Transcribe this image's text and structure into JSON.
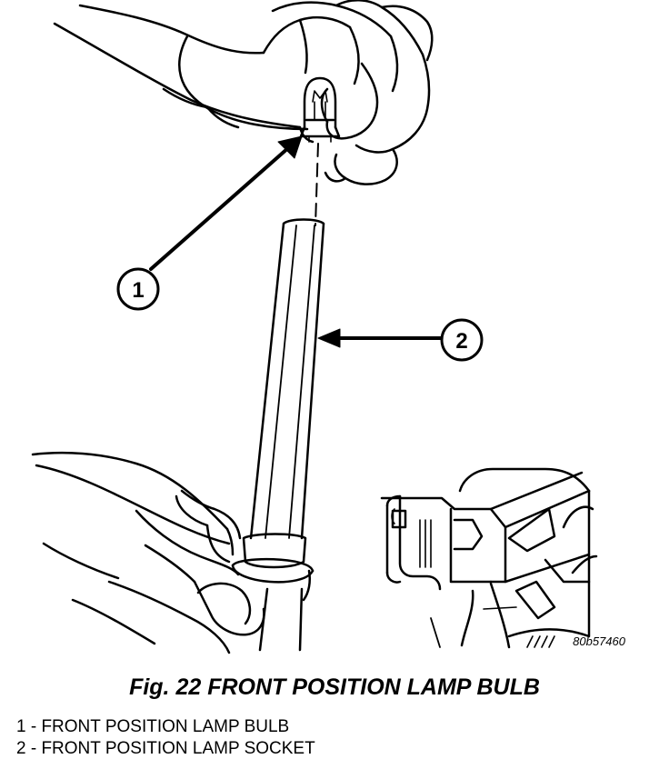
{
  "figure": {
    "callouts": [
      "1",
      "2"
    ],
    "code": "80b57460",
    "caption": "Fig. 22 FRONT POSITION LAMP BULB",
    "legend": [
      "1 - FRONT POSITION LAMP BULB",
      "2 - FRONT POSITION LAMP SOCKET"
    ]
  }
}
